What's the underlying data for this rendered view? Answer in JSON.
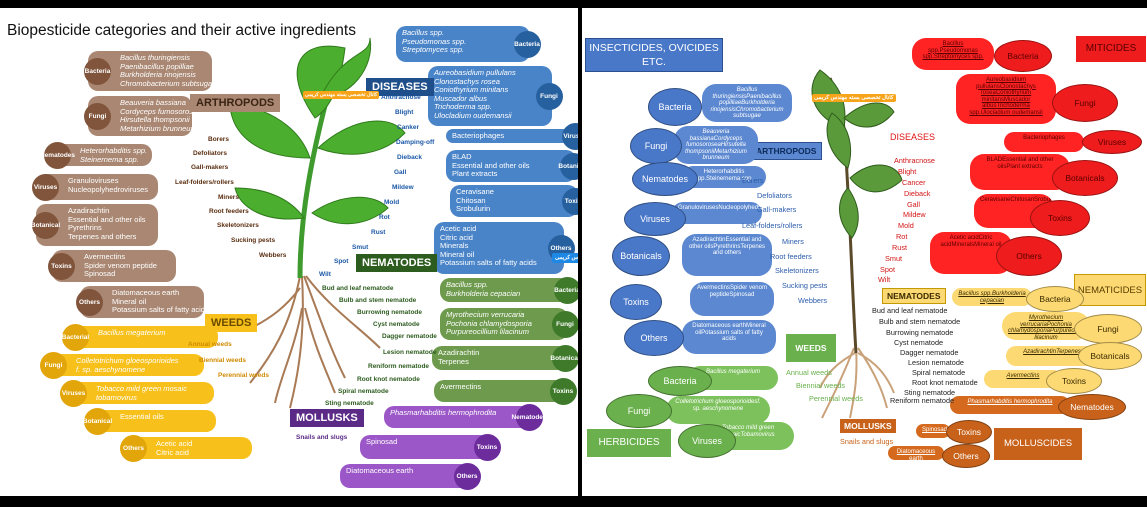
{
  "left": {
    "title": "Biopesticide categories and their active ingredients",
    "watermark": "کانال تخصصی بسته مهندس کریمی",
    "headers": {
      "arthropods": "ARTHROPODS",
      "diseases": "DISEASES",
      "nematodes": "NEMATODES",
      "weeds": "WEEDS",
      "mollusks": "MOLLUSKS"
    },
    "arthropods": {
      "groups": [
        {
          "cat": "Bacteria",
          "items": [
            "Bacillus thuringiensis",
            "Paenibacillus popilliae",
            "Burkholderia rinojensis",
            "Chromobacterium subtsugae"
          ]
        },
        {
          "cat": "Fungi",
          "items": [
            "Beauveria bassiana",
            "Cordyceps fumosorosea",
            "Hirsutella thompsonii",
            "Metarhizium brunneum"
          ]
        },
        {
          "cat": "Nematodes",
          "items": [
            "Heterorhabditis spp.",
            "Steinernema spp."
          ]
        },
        {
          "cat": "Viruses",
          "items": [
            "Granuloviruses",
            "Nucleopolyhedroviruses"
          ]
        },
        {
          "cat": "Botanical",
          "items": [
            "Azadirachtin",
            "Essential and other oils",
            "Pyrethrins",
            "Terpenes and others"
          ]
        },
        {
          "cat": "Toxins",
          "items": [
            "Avermectins",
            "Spider venom peptide",
            "Spinosad"
          ]
        },
        {
          "cat": "Others",
          "items": [
            "Diatomaceous earth",
            "Mineral oil",
            "Potassium salts of fatty acids"
          ]
        }
      ],
      "pests": [
        "Borers",
        "Defoliators",
        "Gall-makers",
        "Leaf-folders/rollers",
        "Miners",
        "Root feeders",
        "Skeletonizers",
        "Sucking pests",
        "Webbers"
      ]
    },
    "weeds": {
      "groups": [
        {
          "cat": "Bacterial",
          "items": [
            "Bacillus megaterium"
          ]
        },
        {
          "cat": "Fungi",
          "items": [
            "Colletotrichum gloeosporioides",
            "f. sp. aeschynomene"
          ]
        },
        {
          "cat": "Viruses",
          "items": [
            "Tobacco mild green mosaic",
            "tobamovirus"
          ]
        },
        {
          "cat": "Botanical",
          "items": [
            "Essential oils"
          ]
        },
        {
          "cat": "Others",
          "items": [
            "Acetic acid",
            "Citric acid"
          ]
        }
      ],
      "types": [
        "Annual weeds",
        "Biennial weeds",
        "Perennial weeds"
      ]
    },
    "diseases": {
      "groups": [
        {
          "cat": "Bacteria",
          "items": [
            "Bacillus spp.",
            "Pseudomonas spp.",
            "Streptomyces spp."
          ]
        },
        {
          "cat": "Fungi",
          "items": [
            "Aureobasidium pullulans",
            "Clonostachys rosea",
            "Coniothyrium minitans",
            "Muscador albus",
            "Trichoderma spp.",
            "Ulocladium oudemansii"
          ]
        },
        {
          "cat": "Viruses",
          "items": [
            "Bacteriophages"
          ]
        },
        {
          "cat": "Botanical",
          "items": [
            "BLAD",
            "Essential and other oils",
            "Plant extracts"
          ]
        },
        {
          "cat": "Toxins",
          "items": [
            "Ceravisane",
            "Chitosan",
            "Srobulurin"
          ]
        },
        {
          "cat": "Others",
          "items": [
            "Acetic acid",
            "Citric acid",
            "Minerals",
            "Mineral oil",
            "Potassium salts of fatty acids"
          ]
        }
      ],
      "types": [
        "Anthracnose",
        "Blight",
        "Canker",
        "Damping-off",
        "Dieback",
        "Gall",
        "Mildew",
        "Mold",
        "Rot",
        "Rust",
        "Smut",
        "Spot",
        "Wilt"
      ]
    },
    "nematodes": {
      "groups": [
        {
          "cat": "Bacteria",
          "items": [
            "Bacillus spp.",
            "Burkholderia cepacian"
          ]
        },
        {
          "cat": "Fungi",
          "items": [
            "Myrothecium verrucaria",
            "Pochonia chlamydosporia",
            "Purpureocillium lilacinum"
          ]
        },
        {
          "cat": "Botanical",
          "items": [
            "Azadirachtin",
            "Terpenes"
          ]
        },
        {
          "cat": "Toxins",
          "items": [
            "Avermectins"
          ]
        }
      ],
      "types": [
        "Bud and leaf nematode",
        "Bulb and stem nematode",
        "Burrowing nematode",
        "Cyst nematode",
        "Dagger nematode",
        "Lesion nematode",
        "Reniform nematode",
        "Root knot nematode",
        "Spiral nematode",
        "Sting nematode"
      ]
    },
    "mollusks": {
      "groups": [
        {
          "cat": "Nematodes",
          "items": [
            "Phasmarhabditis hermophrodita"
          ]
        },
        {
          "cat": "Toxins",
          "items": [
            "Spinosad"
          ]
        },
        {
          "cat": "Others",
          "items": [
            "Diatomaceous earth"
          ]
        }
      ],
      "types": [
        "Snails and slugs"
      ]
    }
  },
  "right": {
    "watermark": "کانال تخصصی بسته مهندس کریمی",
    "headers": {
      "insecticides": "INSECTICIDES, OVICIDES ETC.",
      "miticides": "MITICIDES",
      "herbicides": "HERBICIDES",
      "nematicides": "NEMATICIDES",
      "molluscides": "MOLLUSCIDES",
      "arthropods": "ARTHROPODS",
      "diseases": "DISEASES",
      "nematodes": "NEMATODES",
      "weeds": "WEEDS",
      "mollusks": "MOLLUSKS"
    },
    "insect_groups": [
      {
        "cat": "Bacteria",
        "items": [
          "Bacillus thuringiensis",
          "Paenibacillus popilliae",
          "Burkholderia rinojensis",
          "Chromobacterium subtsugae"
        ]
      },
      {
        "cat": "Fungi",
        "items": [
          "Beauveria bassiana",
          "Cordyceps fumosorosea",
          "Hirsutella thompsonii",
          "Metarhizium brunneum"
        ]
      },
      {
        "cat": "Nematodes",
        "items": [
          "Heterorhabditis spp.",
          "Steinernema spp."
        ]
      },
      {
        "cat": "Viruses",
        "items": [
          "Granuloviruses",
          "Nucleopolyhedroviruses"
        ]
      },
      {
        "cat": "Botanicals",
        "items": [
          "Azadirachtin",
          "Essential and other oils",
          "Pyrethrins",
          "Terpenes and others"
        ]
      },
      {
        "cat": "Toxins",
        "items": [
          "Avermectins",
          "Spider venom peptide",
          "Spinosad"
        ]
      },
      {
        "cat": "Others",
        "items": [
          "Diatomaceous earth",
          "Mineral oil",
          "Potassium salts of fatty acids"
        ]
      }
    ],
    "arthropod_pests": [
      "Borers",
      "Defoliators",
      "Gall-makers",
      "Leaf-folders/rollers",
      "Miners",
      "Root feeders",
      "Skeletonizers",
      "Sucking pests",
      "Webbers"
    ],
    "herb_groups": [
      {
        "cat": "Bacteria",
        "items": [
          "Bacillus megaterium"
        ]
      },
      {
        "cat": "Fungi",
        "items": [
          "Colletotrichum gloeosporioides",
          "f. sp. aeschynomene"
        ]
      },
      {
        "cat": "Viruses",
        "items": [
          "Tobacco mild green mosaic",
          "Tobamovirus"
        ]
      }
    ],
    "weed_types": [
      "Annual weeds",
      "Biennial weeds",
      "Perennial weeds"
    ],
    "disease_groups": [
      {
        "cat": "Bacteria",
        "items": [
          "Bacillus spp.",
          "Pseudomonas spp.",
          "Streptomyces spp."
        ]
      },
      {
        "cat": "Fungi",
        "items": [
          "Aureobasidium pullulans",
          "Clonostachys rosea",
          "Coniothyrium minitans",
          "Muscador albus",
          "Trichoderma spp.",
          "Ulocladium oudemansii"
        ]
      },
      {
        "cat": "Viruses",
        "items": [
          "Bacteriophages"
        ]
      },
      {
        "cat": "Botanicals",
        "items": [
          "BLAD",
          "Essential and other oils",
          "Plant extracts"
        ]
      },
      {
        "cat": "Toxins",
        "items": [
          "Ceravisane",
          "Chitosan",
          "Srobulurin"
        ]
      },
      {
        "cat": "Others",
        "items": [
          "Acetic acid",
          "Citric acid",
          "Minerals",
          "Mineral oil"
        ]
      }
    ],
    "disease_types": [
      "Anthracnose",
      "Blight",
      "Cancer",
      "Dieback",
      "Gall",
      "Mildew",
      "Mold",
      "Rot",
      "Rust",
      "Smut",
      "Spot",
      "Wilt"
    ],
    "nema_groups": [
      {
        "cat": "Bacteria",
        "items": [
          "Bacillus spp.",
          "Burkholderia cepacian"
        ]
      },
      {
        "cat": "Fungi",
        "items": [
          "Myrothecium verrucaria",
          "Pochonia chlamydosporia",
          "Purpureocillium lilacinum"
        ]
      },
      {
        "cat": "Botanicals",
        "items": [
          "Azadirachtin",
          "Terpenes"
        ]
      },
      {
        "cat": "Toxins",
        "items": [
          "Avermectins"
        ]
      },
      {
        "cat": "Nematodes",
        "items": [
          "Phasmarhabditis hermophrodita"
        ]
      }
    ],
    "nematode_types": [
      "Bud and leaf nematode",
      "Bulb and stem nematode",
      "Burrowing nematode",
      "Cyst nematode",
      "Dagger nematode",
      "Lesion nematode",
      "Spiral nematode",
      "Root knot nematode",
      "Sting nematode",
      "Reniform nematode"
    ],
    "mollusk_groups": [
      {
        "cat": "Toxins",
        "items": [
          "Spinosad"
        ]
      },
      {
        "cat": "Others",
        "items": [
          "Diatomaceous earth"
        ]
      }
    ],
    "mollusk_types": [
      "Snails and slugs"
    ]
  },
  "colors": {
    "brown": "#a98772",
    "brown_dark": "#80553c",
    "blue": "#4a84c8",
    "blue_dark": "#27609e",
    "green": "#6e9a4e",
    "green_dark": "#3e7a2a",
    "yellow": "#f7c01b",
    "yellow_dark": "#e2a60a",
    "purple": "#9b57c7",
    "purple_dark": "#6c2c9c",
    "red": "#ee1c1c",
    "navy": "#2f4f86",
    "rust": "#c8621a"
  }
}
